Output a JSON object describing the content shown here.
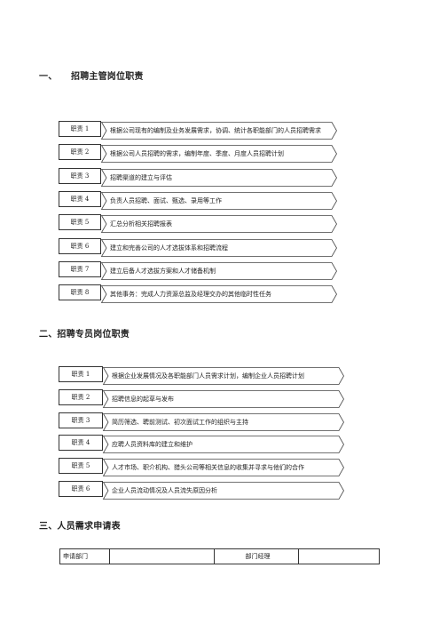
{
  "section1": {
    "number": "一、",
    "title": "招聘主管岗位职责",
    "items": [
      {
        "label": "职责 1",
        "text": "根据公司现有的编制及业务发展需求，协调、统计各职能部门的人员招聘需求"
      },
      {
        "label": "职责 2",
        "text": "根据公司人员招聘的需求，编制年度、季度、月度人员招聘计划"
      },
      {
        "label": "职责 3",
        "text": "招聘渠道的建立与评估"
      },
      {
        "label": "职责 4",
        "text": "负责人员招聘、面试、甄选、录用等工作"
      },
      {
        "label": "职责 5",
        "text": "汇总分析相关招聘报表"
      },
      {
        "label": "职责 6",
        "text": "建立和完善公司的人才选拔体系和招聘流程"
      },
      {
        "label": "职责 7",
        "text": "建立后备人才选拔方案和人才储备机制"
      },
      {
        "label": "职责 8",
        "text": "其他事务：完成人力资源总监及经理交办的其他临时性任务"
      }
    ]
  },
  "section2": {
    "title": "二、招聘专员岗位职责",
    "items": [
      {
        "label": "职责 1",
        "text": "根据企业发展情况及各职能部门人员需求计划，编制企业人员招聘计划"
      },
      {
        "label": "职责 2",
        "text": "招聘信息的起草与发布"
      },
      {
        "label": "职责 3",
        "text": "简历筛选、聘前测试、初次面试工作的组织与主持"
      },
      {
        "label": "职责 4",
        "text": "应聘人员资料库的建立和维护"
      },
      {
        "label": "职责 5",
        "text": "人才市场、职介机构、猎头公司等相关信息的收集并寻求与他们的合作"
      },
      {
        "label": "职责 6",
        "text": "企业人员流动情况及人员流失原因分析"
      }
    ]
  },
  "section3": {
    "title": "三、人员需求申请表",
    "table": {
      "cells": [
        "申请部门",
        "",
        "部门经理",
        ""
      ]
    }
  }
}
